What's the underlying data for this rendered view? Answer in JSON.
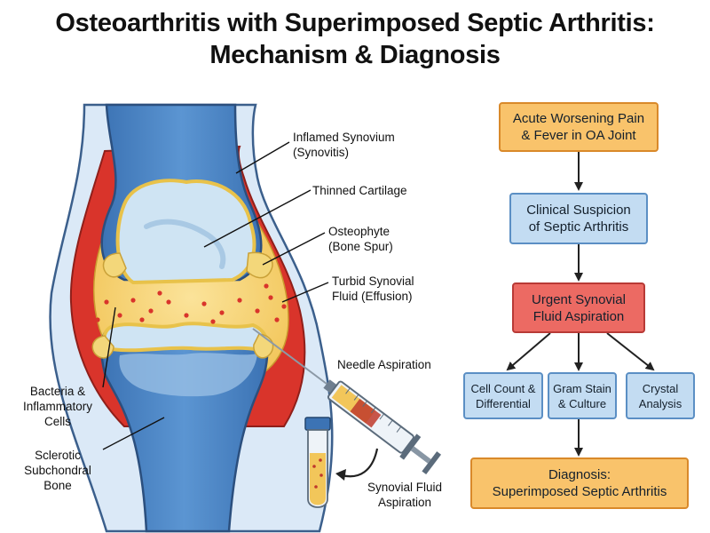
{
  "title": {
    "line1": "Osteoarthritis with Superimposed Septic Arthritis:",
    "line2": "Mechanism & Diagnosis"
  },
  "labels": {
    "synovium": "Inflamed Synovium\n(Synovitis)",
    "cartilage": "Thinned Cartilage",
    "osteophyte": "Osteophyte\n(Bone Spur)",
    "fluid": "Turbid Synovial\nFluid (Effusion)",
    "needle": "Needle Aspiration",
    "bacteria": "Bacteria &\nInflammatory\nCells",
    "bone": "Sclerotic\nSubchondral\nBone",
    "tube": "Synovial Fluid\nAspiration"
  },
  "flow": {
    "step1": "Acute Worsening Pain\n& Fever in OA Joint",
    "step2": "Clinical Suspicion\nof Septic Arthritis",
    "step3": "Urgent Synovial\nFluid Aspiration",
    "test1": "Cell Count &\nDifferential",
    "test2": "Gram Stain\n& Culture",
    "test3": "Crystal\nAnalysis",
    "result": "Diagnosis:\nSuperimposed Septic Arthritis"
  },
  "colors": {
    "orange_box": "#f9c36b",
    "blue_box": "#c3dcf2",
    "red_box": "#ec6a63",
    "bone_blue": "#4f86c6",
    "synovium_red": "#d9342b",
    "cartilage_yellow": "#f3d77a"
  }
}
